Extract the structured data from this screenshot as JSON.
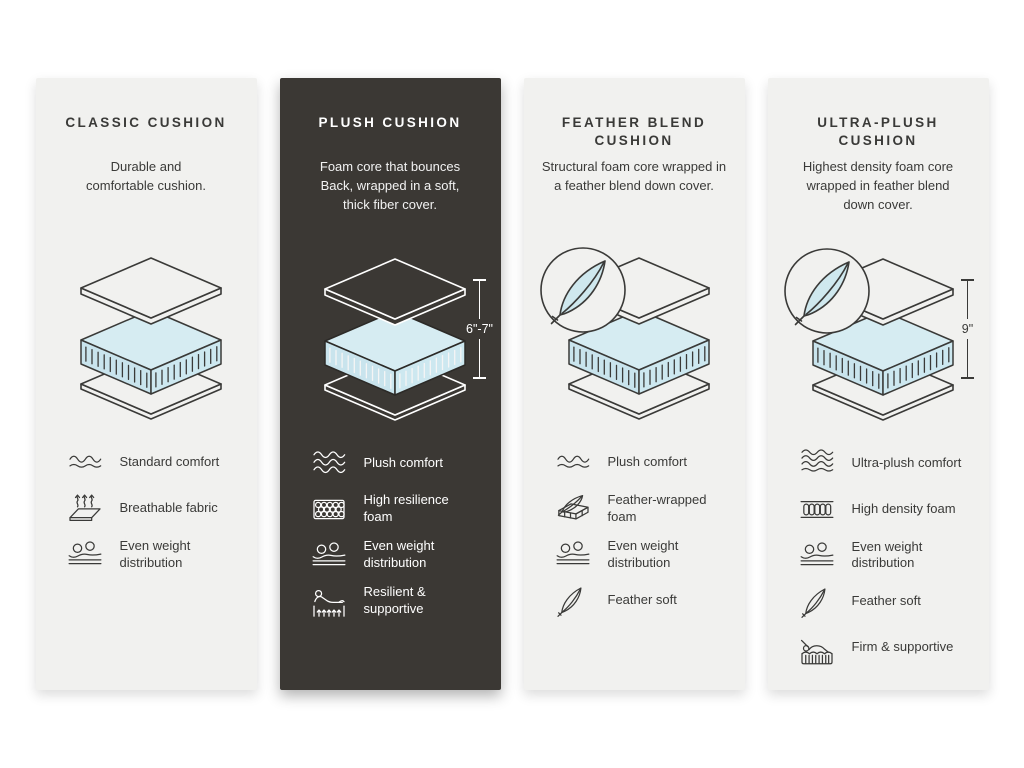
{
  "colors": {
    "page_bg": "#ffffff",
    "light_panel_bg": "#f1f1ef",
    "dark_panel_bg": "#3b3834",
    "line_on_light": "#3a3a38",
    "line_on_dark": "#ffffff",
    "dark_box_stroke": "#2c2a27",
    "hatch_on_dark": "#f5f5f5",
    "foam_blue_top": "#d6ecf2",
    "foam_blue_left": "#c9e4ed",
    "foam_blue_right": "#cde8f0",
    "feather_blue": "#cfe8ee",
    "text_dark": "#3a3a38",
    "text_light": "#ffffff"
  },
  "panels": [
    {
      "id": "classic-cushion",
      "theme": "light",
      "title": "CLASSIC CUSHION",
      "description": "Durable and\ncomfortable cushion.",
      "illustration": {
        "type": "exploded-cushion-stack",
        "feather_badge": false,
        "measurement": null
      },
      "features": [
        {
          "icon": "waves-2-icon",
          "label": "Standard comfort"
        },
        {
          "icon": "breathable-fabric-icon",
          "label": "Breathable fabric"
        },
        {
          "icon": "even-weight-icon",
          "label": "Even weight\ndistribution"
        }
      ]
    },
    {
      "id": "plush-cushion",
      "theme": "dark",
      "title": "PLUSH CUSHION",
      "description": "Foam core that bounces\nBack, wrapped in a soft,\nthick fiber cover.",
      "illustration": {
        "type": "exploded-cushion-stack",
        "feather_badge": false,
        "measurement": "6\"-7\""
      },
      "features": [
        {
          "icon": "waves-3-icon",
          "label": "Plush comfort"
        },
        {
          "icon": "foam-cells-icon",
          "label": "High resilience\nfoam"
        },
        {
          "icon": "even-weight-icon",
          "label": "Even weight\ndistribution"
        },
        {
          "icon": "resilient-supportive-icon",
          "label": "Resilient &\nsupportive"
        }
      ]
    },
    {
      "id": "feather-blend-cushion",
      "theme": "light",
      "title": "FEATHER BLEND\nCUSHION",
      "description": "Structural foam core wrapped in\na feather blend down cover.",
      "illustration": {
        "type": "exploded-cushion-stack",
        "feather_badge": true,
        "measurement": null
      },
      "features": [
        {
          "icon": "waves-2-icon",
          "label": "Plush comfort"
        },
        {
          "icon": "feather-wrapped-foam-icon",
          "label": "Feather-wrapped\nfoam"
        },
        {
          "icon": "even-weight-icon",
          "label": "Even weight\ndistribution"
        },
        {
          "icon": "feather-icon",
          "label": "Feather soft"
        }
      ]
    },
    {
      "id": "ultra-plush-cushion",
      "theme": "light",
      "title": "ULTRA-PLUSH\nCUSHION",
      "description": "Highest density foam core\nwrapped in feather blend\ndown cover.",
      "illustration": {
        "type": "exploded-cushion-stack",
        "feather_badge": true,
        "measurement": "9\""
      },
      "features": [
        {
          "icon": "waves-4-icon",
          "label": "Ultra-plush comfort"
        },
        {
          "icon": "high-density-foam-icon",
          "label": "High density foam"
        },
        {
          "icon": "even-weight-icon",
          "label": "Even weight\ndistribution"
        },
        {
          "icon": "feather-icon",
          "label": "Feather soft"
        },
        {
          "icon": "firm-supportive-icon",
          "label": "Firm & supportive"
        }
      ]
    }
  ]
}
